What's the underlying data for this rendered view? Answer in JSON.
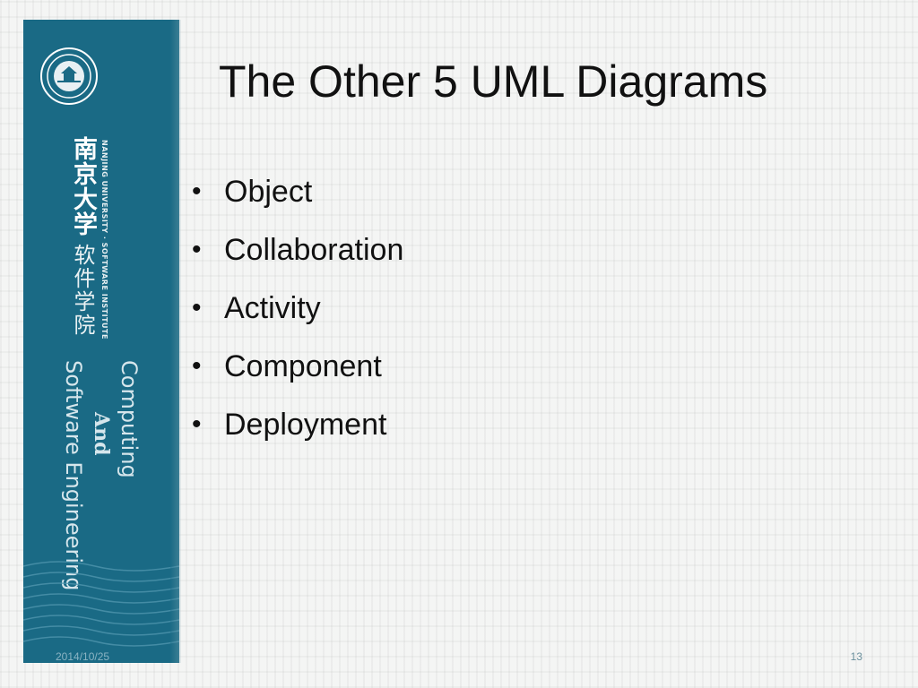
{
  "sidebar": {
    "university_cn": "南京大学",
    "institute_cn": "软件学院",
    "university_en": "NANJING UNIVERSITY · SOFTWARE INSTITUTE",
    "dept_line1": "Computing",
    "dept_and": "And",
    "dept_line2": "Software Engineering",
    "logo_icon": "university-seal-icon"
  },
  "slide": {
    "title": "The Other 5 UML Diagrams",
    "bullets": [
      "Object",
      "Collaboration",
      "Activity",
      "Component",
      "Deployment"
    ],
    "bullet_glyph": "•"
  },
  "footer": {
    "date": "2014/10/25",
    "page": "13"
  },
  "colors": {
    "sidebar": "#1a6a85",
    "background": "#f4f5f4",
    "text": "#111111"
  }
}
